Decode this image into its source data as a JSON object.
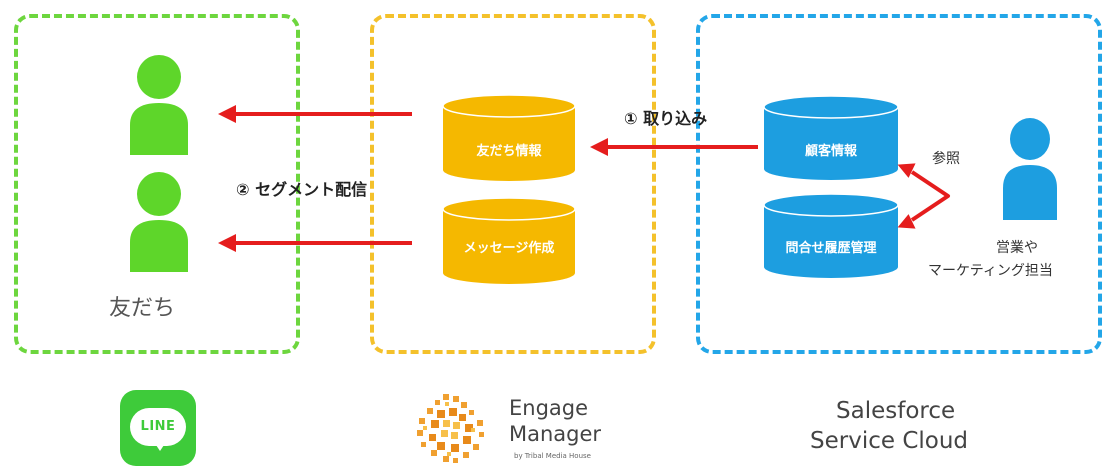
{
  "diagram": {
    "line_panel": {
      "friends_label": "友だち",
      "segment_label": "② セグメント配信"
    },
    "engage_panel": {
      "db_friends_info": "友だち情報",
      "db_message_create": "メッセージ作成",
      "import_label": "① 取り込み"
    },
    "sf_panel": {
      "db_customer_info": "顧客情報",
      "db_inquiry_history": "問合せ履歴管理",
      "reference_label": "参照",
      "user_label_line1": "営業や",
      "user_label_line2": "マーケティング担当"
    }
  },
  "logos": {
    "line": "LINE",
    "engage_line1": "Engage",
    "engage_line2": "Manager",
    "engage_byline": "by Tribal Media House",
    "sf_line1": "Salesforce",
    "sf_line2": "Service Cloud"
  },
  "colors": {
    "line_green": "#6dd63e",
    "person_green": "#5ed62a",
    "engage_yellow": "#f4c12b",
    "db_yellow": "#f5b800",
    "sf_blue": "#23a6e8",
    "db_blue": "#1d9ee0",
    "arrow_red": "#e51d1d"
  },
  "icons": {
    "person": "person-icon",
    "database": "database-cylinder-icon",
    "arrow": "arrow-icon"
  }
}
